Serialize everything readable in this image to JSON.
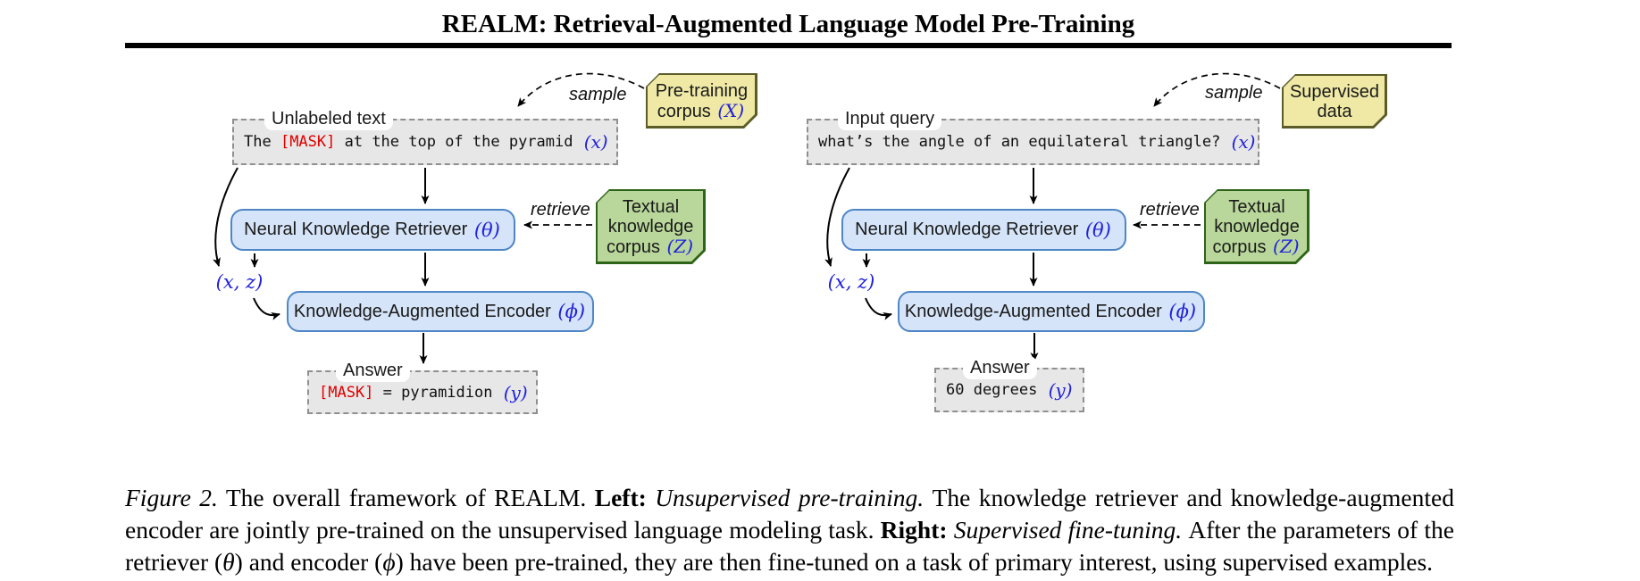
{
  "header": {
    "title": "REALM: Retrieval-Augmented Language Model Pre-Training"
  },
  "colors": {
    "math_blue": "#2020dd",
    "mask_red": "#e00000",
    "model_box_fill": "#d5e4f8",
    "model_box_border": "#4f86c6",
    "corpus_yellow_fill": "#efe9a5",
    "corpus_green_fill": "#b9d79a",
    "dashed_box_fill": "#e7e7e7"
  },
  "diagram": {
    "left": {
      "input_box_label": "Unlabeled text",
      "input_pre": "The ",
      "input_mask": "[MASK]",
      "input_post": " at the top of the pyramid ",
      "input_var": "(x)",
      "corpus_line1": "Pre-training",
      "corpus_line2": "corpus ",
      "corpus_var": "(X)",
      "sample_label": "sample",
      "retrieve_label": "retrieve",
      "retriever_label": "Neural Knowledge Retriever ",
      "retriever_var": "(θ)",
      "knowledge_line1": "Textual",
      "knowledge_line2": "knowledge",
      "knowledge_line3": "corpus ",
      "knowledge_var": "(Z)",
      "xz_label": "(x, z)",
      "encoder_label": "Knowledge-Augmented Encoder ",
      "encoder_var": "(ϕ)",
      "answer_box_label": "Answer",
      "answer_mask": "[MASK]",
      "answer_text": " = pyramidion ",
      "answer_var": "(y)"
    },
    "right": {
      "input_box_label": "Input query",
      "input_pre": "what’s the angle of an equilateral triangle? ",
      "input_var": "(x)",
      "corpus_line1": "Supervised",
      "corpus_line2": "data",
      "sample_label": "sample",
      "retrieve_label": "retrieve",
      "retriever_label": "Neural Knowledge Retriever ",
      "retriever_var": "(θ)",
      "knowledge_line1": "Textual",
      "knowledge_line2": "knowledge",
      "knowledge_line3": "corpus ",
      "knowledge_var": "(Z)",
      "xz_label": "(x, z)",
      "encoder_label": "Knowledge-Augmented Encoder ",
      "encoder_var": "(ϕ)",
      "answer_box_label": "Answer",
      "answer_text": "60 degrees ",
      "answer_var": "(y)"
    }
  },
  "caption": {
    "figure_label": "Figure 2.",
    "intro": " The overall framework of REALM. ",
    "left_bold": "Left: ",
    "left_italic": "Unsupervised pre-training. ",
    "body1": " The knowledge retriever and knowledge-augmented encoder are jointly pre-trained on the unsupervised language modeling task. ",
    "right_bold": "Right: ",
    "right_italic": "Supervised fine-tuning. ",
    "body2a": " After the parameters of the retriever (",
    "theta": "θ",
    "body2b": ") and encoder (",
    "phi": "ϕ",
    "body2c": ") have been pre-trained, they are then fine-tuned on a task of primary interest, using supervised examples."
  }
}
